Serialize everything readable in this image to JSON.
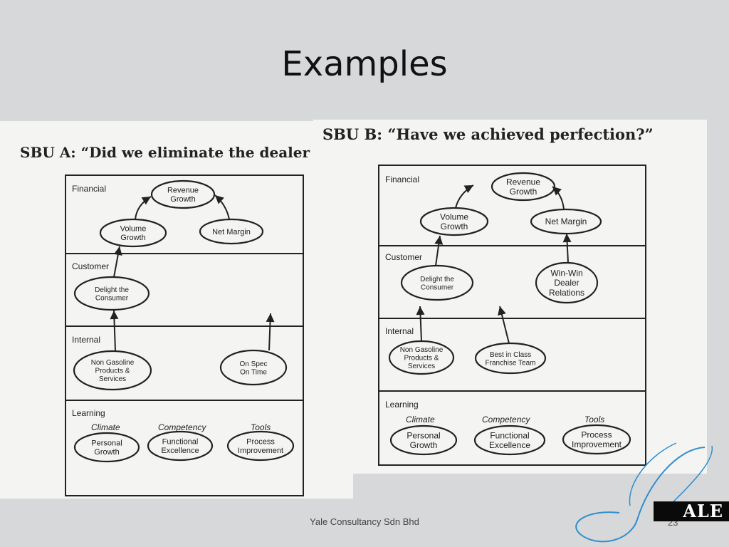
{
  "slide": {
    "title": "Examples",
    "footer": "Yale Consultancy Sdn Bhd",
    "page_number": "23",
    "logo_text": "ALE"
  },
  "sbu_a": {
    "heading": "SBU A: “Did we eliminate the dealer",
    "rows": {
      "financial": "Financial",
      "customer": "Customer",
      "internal": "Internal",
      "learning": "Learning"
    },
    "nodes": {
      "revenue_growth": [
        "Revenue",
        "Growth"
      ],
      "volume_growth": [
        "Volume",
        "Growth"
      ],
      "net_margin": [
        "Net Margin"
      ],
      "delight_consumer": [
        "Delight the",
        "Consumer"
      ],
      "non_gasoline": [
        "Non Gasoline",
        "Products &",
        "Services"
      ],
      "on_spec": [
        "On Spec",
        "On Time"
      ],
      "personal_growth": [
        "Personal",
        "Growth"
      ],
      "functional_excellence": [
        "Functional",
        "Excellence"
      ],
      "process_improvement": [
        "Process",
        "Improvement"
      ]
    },
    "learning_labels": {
      "climate": "Climate",
      "competency": "Competency",
      "tools": "Tools"
    }
  },
  "sbu_b": {
    "heading": "SBU B: “Have we achieved perfection?”",
    "rows": {
      "financial": "Financial",
      "customer": "Customer",
      "internal": "Internal",
      "learning": "Learning"
    },
    "nodes": {
      "revenue_growth": [
        "Revenue",
        "Growth"
      ],
      "volume_growth": [
        "Volume",
        "Growth"
      ],
      "net_margin": [
        "Net Margin"
      ],
      "delight_consumer": [
        "Delight the",
        "Consumer"
      ],
      "win_win": [
        "Win-Win",
        "Dealer",
        "Relations"
      ],
      "non_gasoline": [
        "Non Gasoline",
        "Products &",
        "Services"
      ],
      "best_in_class": [
        "Best in Class",
        "Franchise Team"
      ],
      "personal_growth": [
        "Personal",
        "Growth"
      ],
      "functional_excellence": [
        "Functional",
        "Excellence"
      ],
      "process_improvement": [
        "Process",
        "Improvement"
      ]
    },
    "learning_labels": {
      "climate": "Climate",
      "competency": "Competency",
      "tools": "Tools"
    }
  },
  "colors": {
    "slide_background": "#d7d8d9",
    "scan_paper": "#f4f4f2",
    "ink": "#222222",
    "logo_blue": "#2f8fcf"
  }
}
